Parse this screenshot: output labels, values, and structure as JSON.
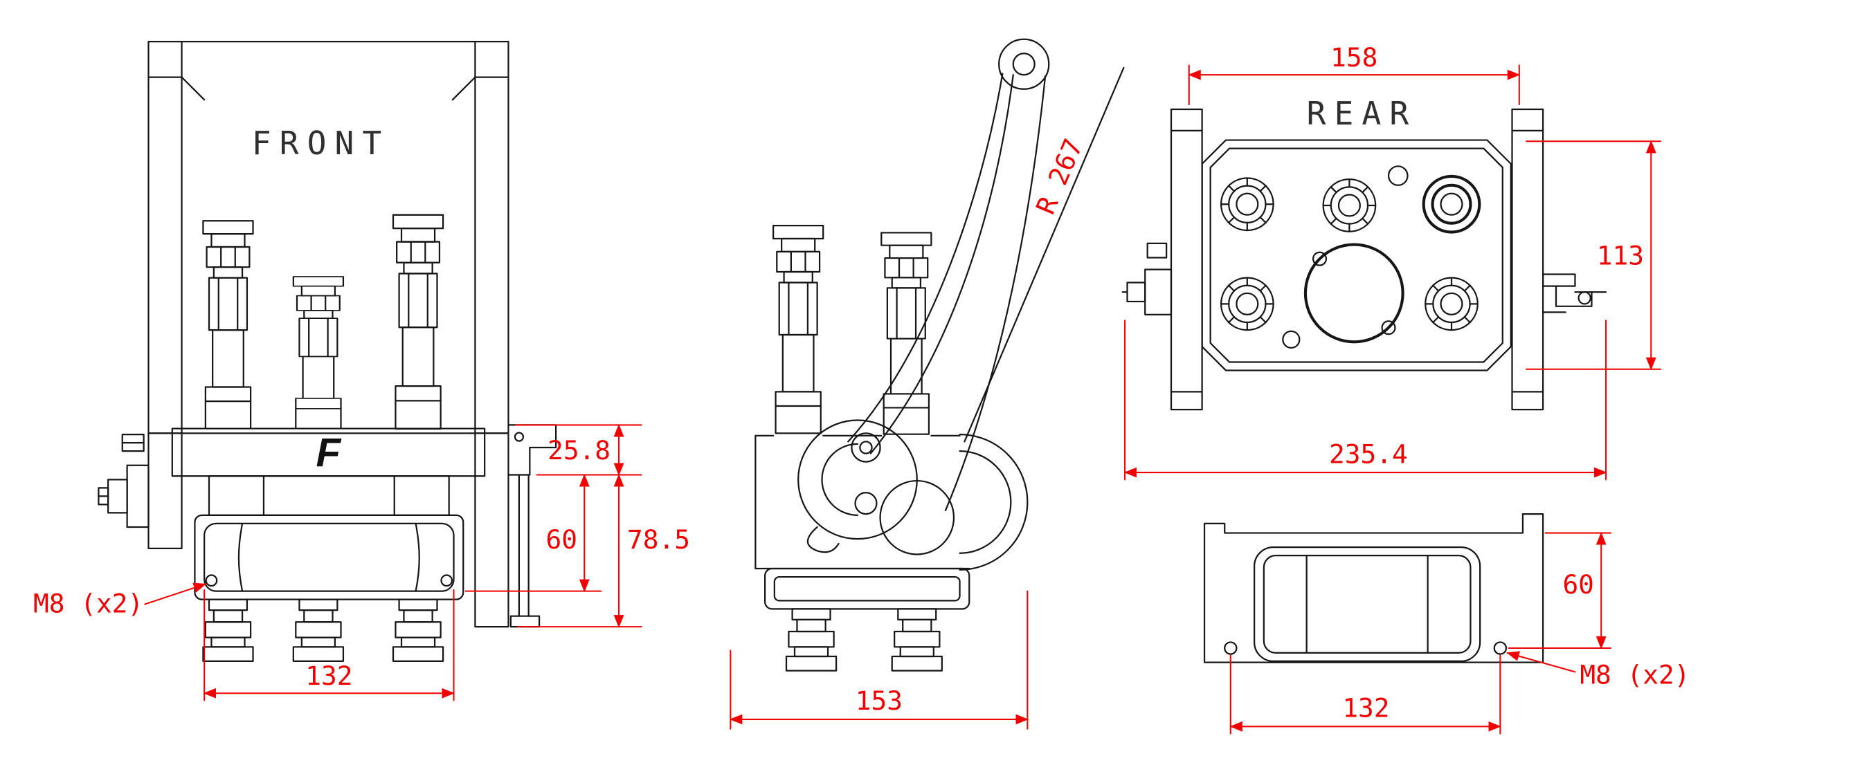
{
  "colors": {
    "dimension_red": "#f10000",
    "line_black": "#161616"
  },
  "front_view": {
    "title": "FRONT",
    "logo": "F",
    "dims": {
      "offset_top": "25.8",
      "block_height": "60",
      "total_height": "78.5",
      "mount_width": "132"
    },
    "mount_note": "M8 (x2)"
  },
  "side_view": {
    "dims": {
      "lever_radius": "R 267",
      "depth": "153"
    }
  },
  "rear_view": {
    "title": "REAR",
    "dims": {
      "face_width": "158",
      "face_height": "113",
      "total_width": "235.4"
    }
  },
  "bottom_view": {
    "dims": {
      "height": "60",
      "mount_width": "132"
    },
    "mount_note": "M8 (x2)"
  }
}
